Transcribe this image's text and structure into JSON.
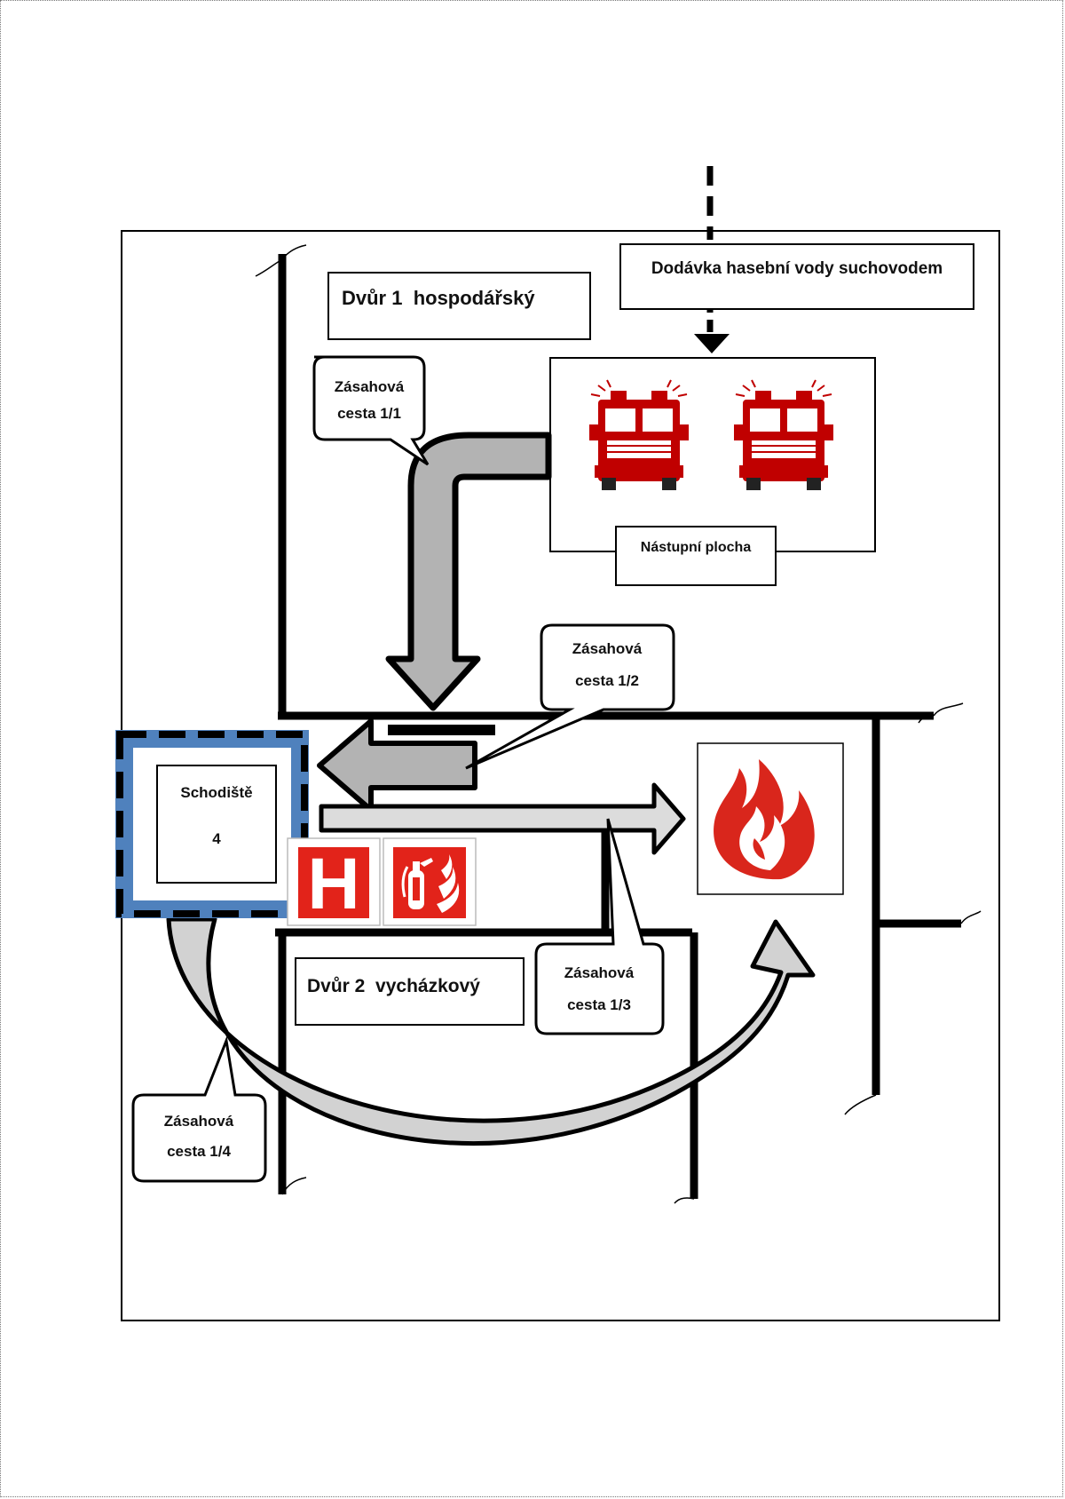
{
  "labels": {
    "courtyard1": "Dvůr 1  hospodářský",
    "water_supply": "Dodávka hasební vody suchovodem",
    "access_area": "Nástupní plocha",
    "route_1_1": [
      "Zásahová",
      "cesta 1/1"
    ],
    "route_1_2": [
      "Zásahová",
      "cesta 1/2"
    ],
    "route_1_3": [
      "Zásahová",
      "cesta 1/3"
    ],
    "route_1_4": [
      "Zásahová",
      "cesta 1/4"
    ],
    "staircase": [
      "Schodiště",
      "4"
    ],
    "courtyard2": "Dvůr 2  vycházkový",
    "hydrant_letter": "H"
  },
  "icons": {
    "fire_trucks": [
      "fire-truck-icon",
      "fire-truck-icon"
    ],
    "hydrant": "hydrant-sign-icon",
    "extinguisher": "fire-extinguisher-sign-icon",
    "fire": "fire-flame-icon"
  },
  "colors": {
    "arrow_fill": "#b3b3b3",
    "arrow_fill_light": "#dcdcdc",
    "staircase_blue": "#4f81bd",
    "safety_red": "#e2231a",
    "truck_red": "#c00000",
    "flame_red": "#d9261c"
  }
}
